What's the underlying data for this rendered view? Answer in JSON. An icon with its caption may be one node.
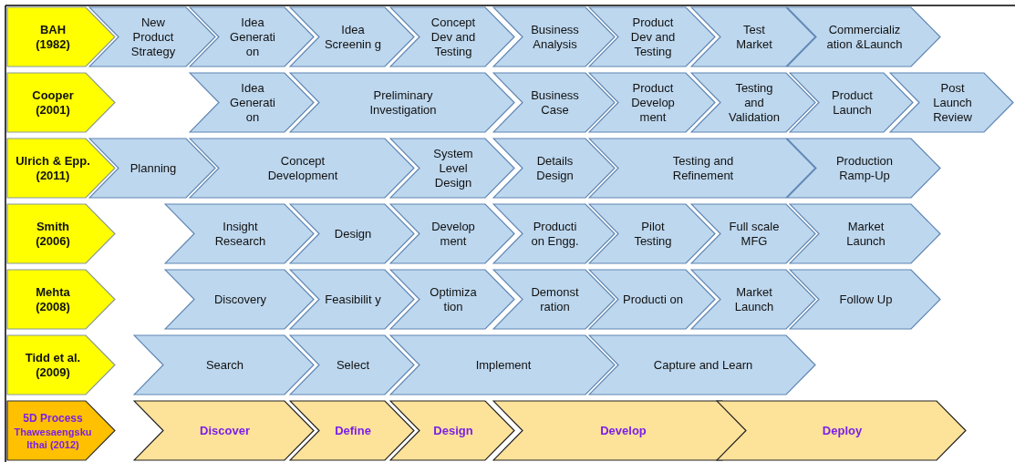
{
  "diagram": {
    "nodes": [
      {
        "text": [
          "BAH (1982)"
        ]
      },
      {
        "text": [
          "New Product Strategy"
        ]
      },
      {
        "text": [
          "Idea Generati on"
        ]
      },
      {
        "text": [
          "Idea Screenin g"
        ]
      },
      {
        "text": [
          "Concept Dev and Testing"
        ]
      },
      {
        "text": [
          "Business Analysis"
        ]
      },
      {
        "text": [
          "Product Dev and Testing"
        ]
      },
      {
        "text": [
          "Test Market"
        ]
      },
      {
        "text": [
          "Commercializ ation &Launch"
        ]
      },
      {
        "text": [
          "Cooper (2001)"
        ]
      },
      {
        "text": [
          "Idea Generati on"
        ]
      },
      {
        "text": [
          "Preliminary Investigation"
        ]
      },
      {
        "text": [
          "Business Case"
        ]
      },
      {
        "text": [
          "Product Develop ment"
        ]
      },
      {
        "text": [
          "Testing and Validation"
        ]
      },
      {
        "text": [
          "Product Launch"
        ]
      },
      {
        "text": [
          "Post Launch Review"
        ]
      },
      {
        "text": [
          "Ulrich & Epp. (2011)"
        ]
      },
      {
        "text": [
          "Planning"
        ]
      },
      {
        "text": [
          "Concept Development"
        ]
      },
      {
        "text": [
          "System Level Design"
        ]
      },
      {
        "text": [
          "Details Design"
        ]
      },
      {
        "text": [
          "Testing and Refinement"
        ]
      },
      {
        "text": [
          "Production Ramp-Up"
        ]
      },
      {
        "text": [
          "Smith (2006)"
        ]
      },
      {
        "text": [
          "Insight Research"
        ]
      },
      {
        "text": [
          "Design"
        ]
      },
      {
        "text": [
          "Develop ment"
        ]
      },
      {
        "text": [
          "Producti on Engg."
        ]
      },
      {
        "text": [
          "Pilot Testing"
        ]
      },
      {
        "text": [
          "Full scale MFG"
        ]
      },
      {
        "text": [
          "Market Launch"
        ]
      },
      {
        "text": [
          "Mehta (2008)"
        ]
      },
      {
        "text": [
          "Discovery"
        ]
      },
      {
        "text": [
          "Feasibilit y"
        ]
      },
      {
        "text": [
          "Optimiza tion"
        ]
      },
      {
        "text": [
          "Demonst ration"
        ]
      },
      {
        "text": [
          "Producti on"
        ]
      },
      {
        "text": [
          "Market Launch"
        ]
      },
      {
        "text": [
          "Follow Up"
        ]
      },
      {
        "text": [
          "Tidd et al. (2009)"
        ]
      },
      {
        "text": [
          "Search"
        ]
      },
      {
        "text": [
          "Select"
        ]
      },
      {
        "text": [
          "Implement"
        ]
      },
      {
        "text": [
          "Capture and Learn"
        ]
      },
      {
        "text": [
          "5D Process",
          "Thawesaengsku lthai (2012)"
        ]
      },
      {
        "text": [
          "Discover"
        ]
      },
      {
        "text": [
          "Define"
        ]
      },
      {
        "text": [
          "Design"
        ]
      },
      {
        "text": [
          "Develop"
        ]
      },
      {
        "text": [
          "Deploy"
        ]
      }
    ]
  }
}
